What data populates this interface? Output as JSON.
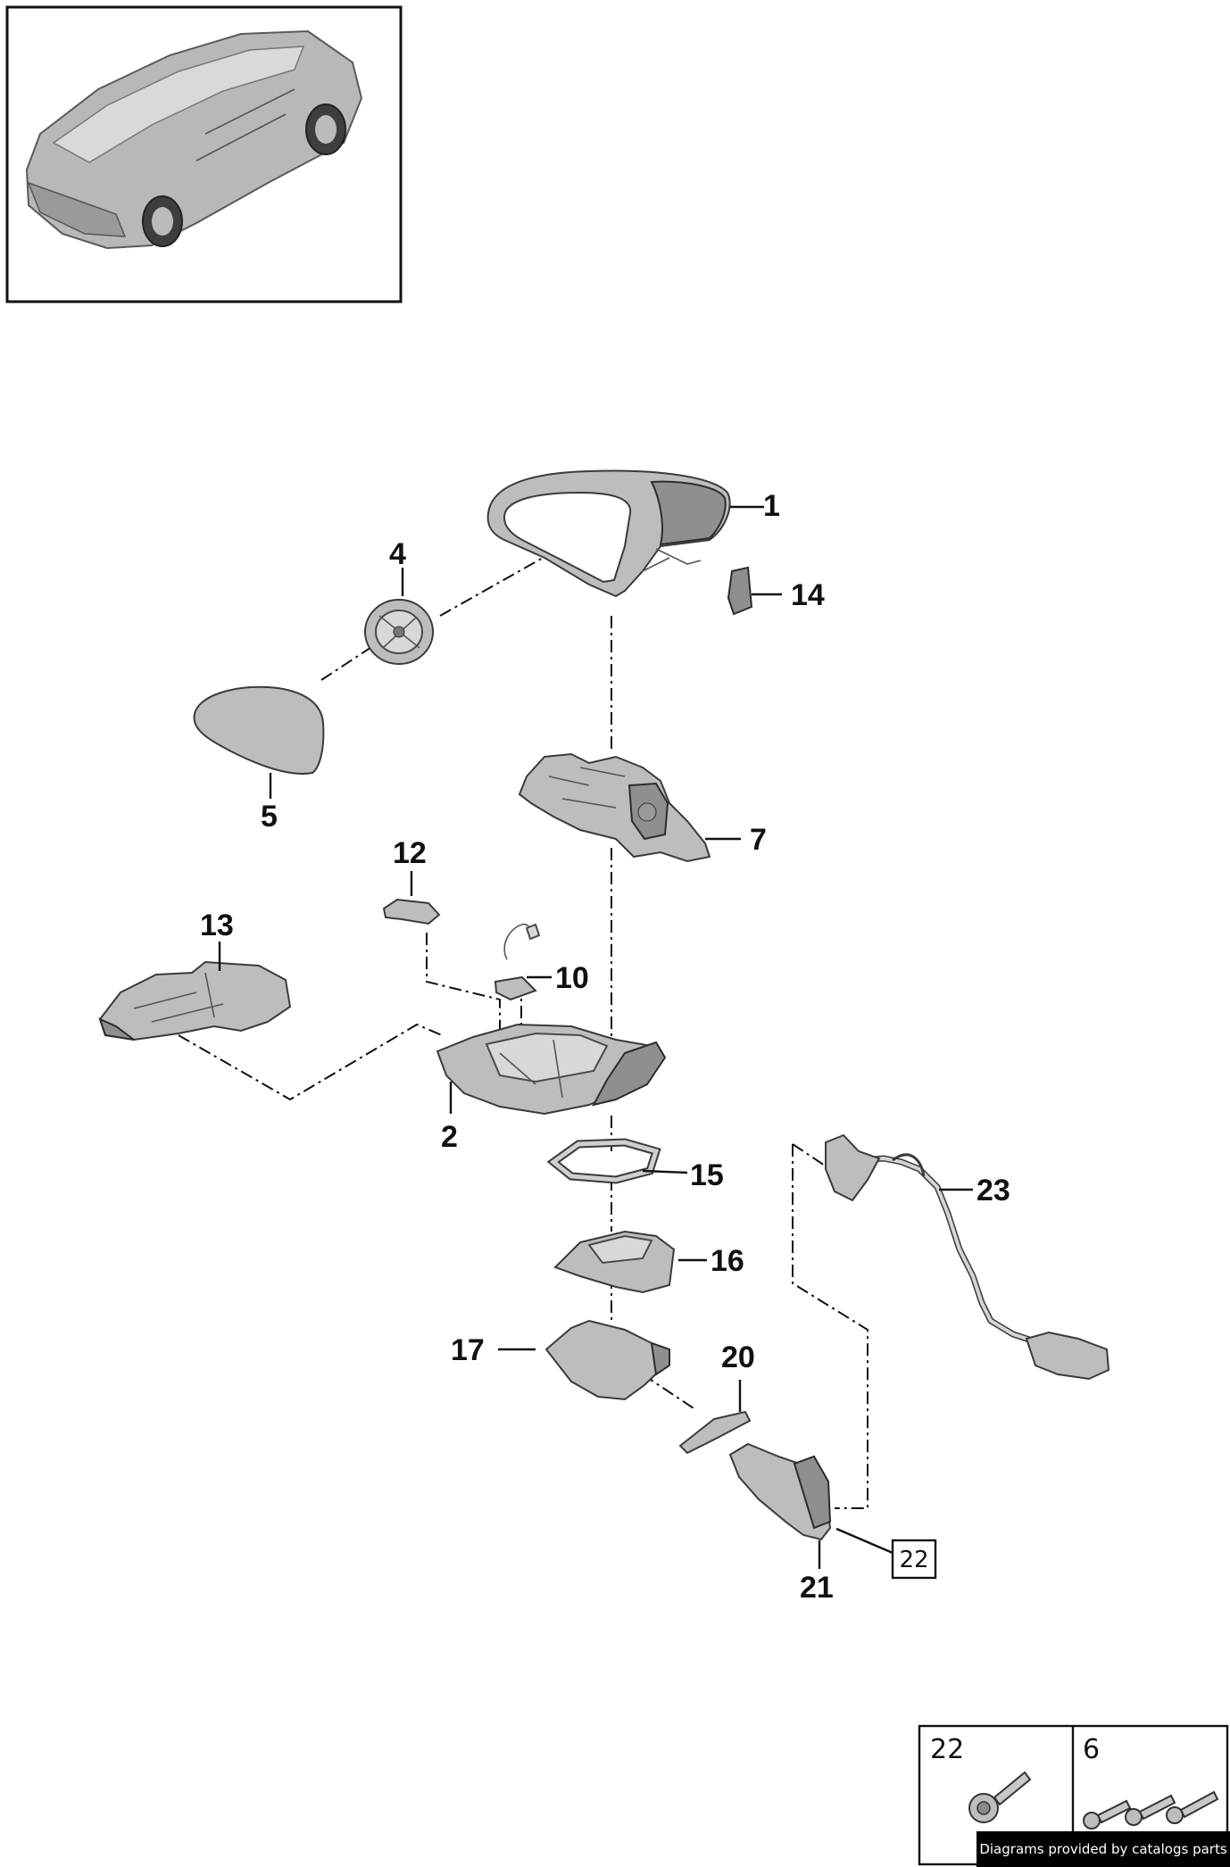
{
  "callouts": {
    "p1": "1",
    "p2": "2",
    "p4": "4",
    "p5": "5",
    "p7": "7",
    "p10": "10",
    "p12": "12",
    "p13": "13",
    "p14": "14",
    "p15": "15",
    "p16": "16",
    "p17": "17",
    "p20": "20",
    "p21": "21",
    "p23": "23"
  },
  "boxed_reference": "22",
  "legend": {
    "left_number": "22",
    "right_number": "6"
  },
  "credit": "Diagrams provided by catalogs parts"
}
